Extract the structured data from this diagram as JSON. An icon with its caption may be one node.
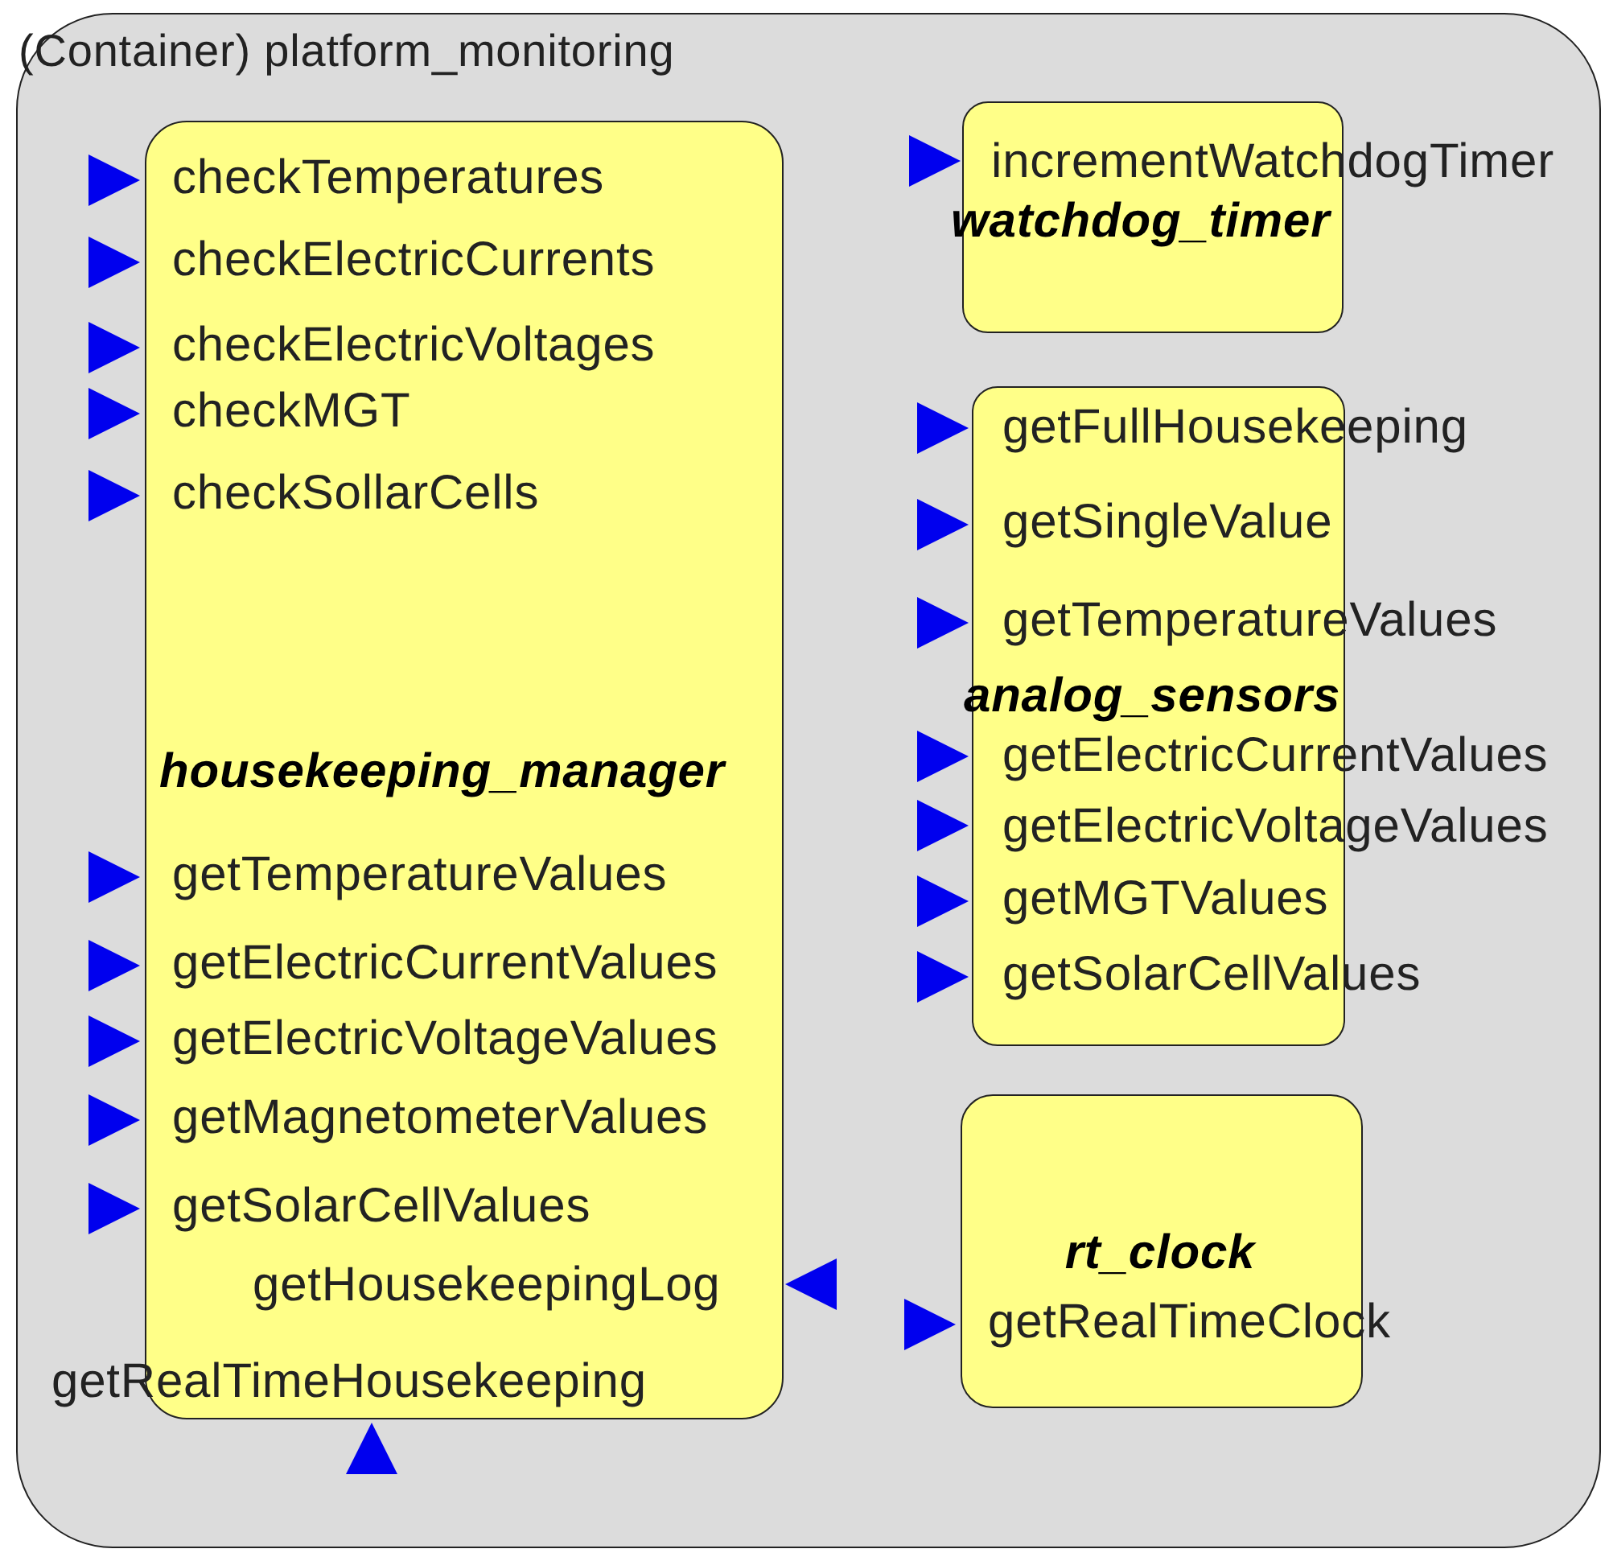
{
  "diagram": {
    "nodes": [
      {
        "text": [
          "(Container)  platform_monitoring"
        ]
      },
      {
        "text": [
          "checkTemperatures",
          "checkElectricCurrents",
          "checkElectricVoltages",
          "checkMGT",
          "checkSollarCells",
          "housekeeping_manager",
          "getTemperatureValues",
          "getElectricCurrentValues",
          "getElectricVoltageValues",
          "getMagnetometerValues",
          "getSolarCellValues",
          "getHousekeepingLog",
          "getRealTimeHousekeeping"
        ],
        "in": 0
      },
      {
        "text": [
          "incrementWatchdogTimer",
          "watchdog_timer"
        ],
        "in": 0
      },
      {
        "text": [
          "getFullHousekeeping",
          "getSingleValue",
          "getTemperatureValues",
          "analog_sensors",
          "getElectricCurrentValues",
          "getElectricVoltageValues",
          "getMGTValues",
          "getSolarCellValues"
        ],
        "in": 0
      },
      {
        "text": [
          "rt_clock",
          "getRealTimeClock"
        ],
        "in": 0
      }
    ],
    "edges": []
  }
}
